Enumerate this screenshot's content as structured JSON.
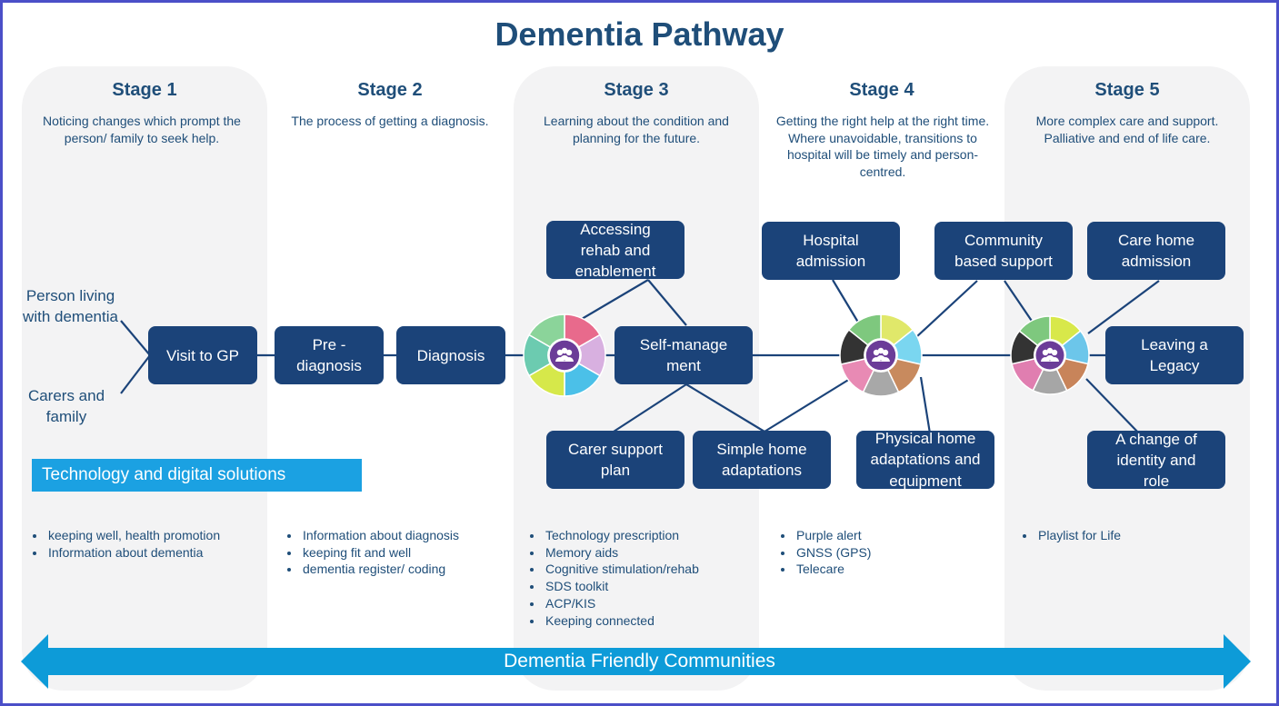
{
  "title": "Dementia Pathway",
  "colors": {
    "accent": "#1f4e79",
    "box": "#1b4379",
    "banner": "#1ba1e2",
    "border": "#4b4fc8"
  },
  "stages": [
    {
      "heading": "Stage 1",
      "description": "Noticing changes which prompt the person/ family to seek help."
    },
    {
      "heading": "Stage 2",
      "description": "The process of getting a diagnosis."
    },
    {
      "heading": "Stage 3",
      "description": "Learning about the condition and planning for the future."
    },
    {
      "heading": "Stage 4",
      "description": "Getting the right help at the right time. Where unavoidable, transitions to hospital will be timely and person-centred."
    },
    {
      "heading": "Stage 5",
      "description": "More complex care and support. Palliative and end of life care."
    }
  ],
  "side_labels": {
    "person": "Person living with dementia",
    "carers": "Carers and family"
  },
  "boxes": {
    "visit_gp": "Visit to GP",
    "pre_diagnosis": "Pre - diagnosis",
    "diagnosis": "Diagnosis",
    "accessing_rehab": "Accessing rehab and enablement",
    "self_management": "Self-management",
    "carer_support": "Carer support plan",
    "simple_home": "Simple home adaptations",
    "hospital_admission": "Hospital admission",
    "community_support": "Community based support",
    "physical_home": "Physical home adaptations and equipment",
    "care_home": "Care home admission",
    "leaving_legacy": "Leaving a Legacy",
    "change_identity": "A change of identity and role"
  },
  "tech_banner": "Technology and digital solutions",
  "bullets": [
    [
      "keeping well, health promotion",
      "Information about dementia"
    ],
    [
      "Information about diagnosis",
      "keeping fit and well",
      "dementia register/ coding"
    ],
    [
      "Technology prescription",
      "Memory aids",
      "Cognitive stimulation/rehab",
      "SDS toolkit",
      "ACP/KIS",
      "Keeping connected"
    ],
    [
      "Purple alert",
      "GNSS (GPS)",
      "Telecare"
    ],
    [
      "Playlist for Life"
    ]
  ],
  "bottom_arrow": "Dementia Friendly Communities"
}
